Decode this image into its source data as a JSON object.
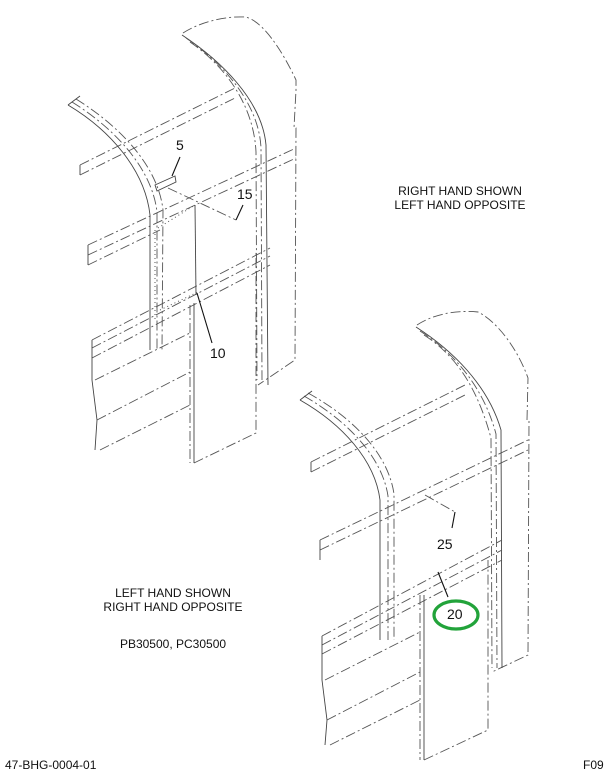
{
  "diagram": {
    "drawing_number": "47-BHG-0004-01",
    "figure_code": "F09",
    "top_view": {
      "note_line1": "RIGHT HAND SHOWN",
      "note_line2": "LEFT HAND OPPOSITE",
      "callouts": [
        "5",
        "15",
        "10"
      ]
    },
    "bottom_view": {
      "note_line1": "LEFT HAND SHOWN",
      "note_line2": "RIGHT HAND OPPOSITE",
      "models": "PB30500, PC30500",
      "callouts": [
        "25",
        "20"
      ],
      "highlighted_callout": "20",
      "highlight_color": "#22a33a"
    },
    "line_color": "#444444"
  }
}
